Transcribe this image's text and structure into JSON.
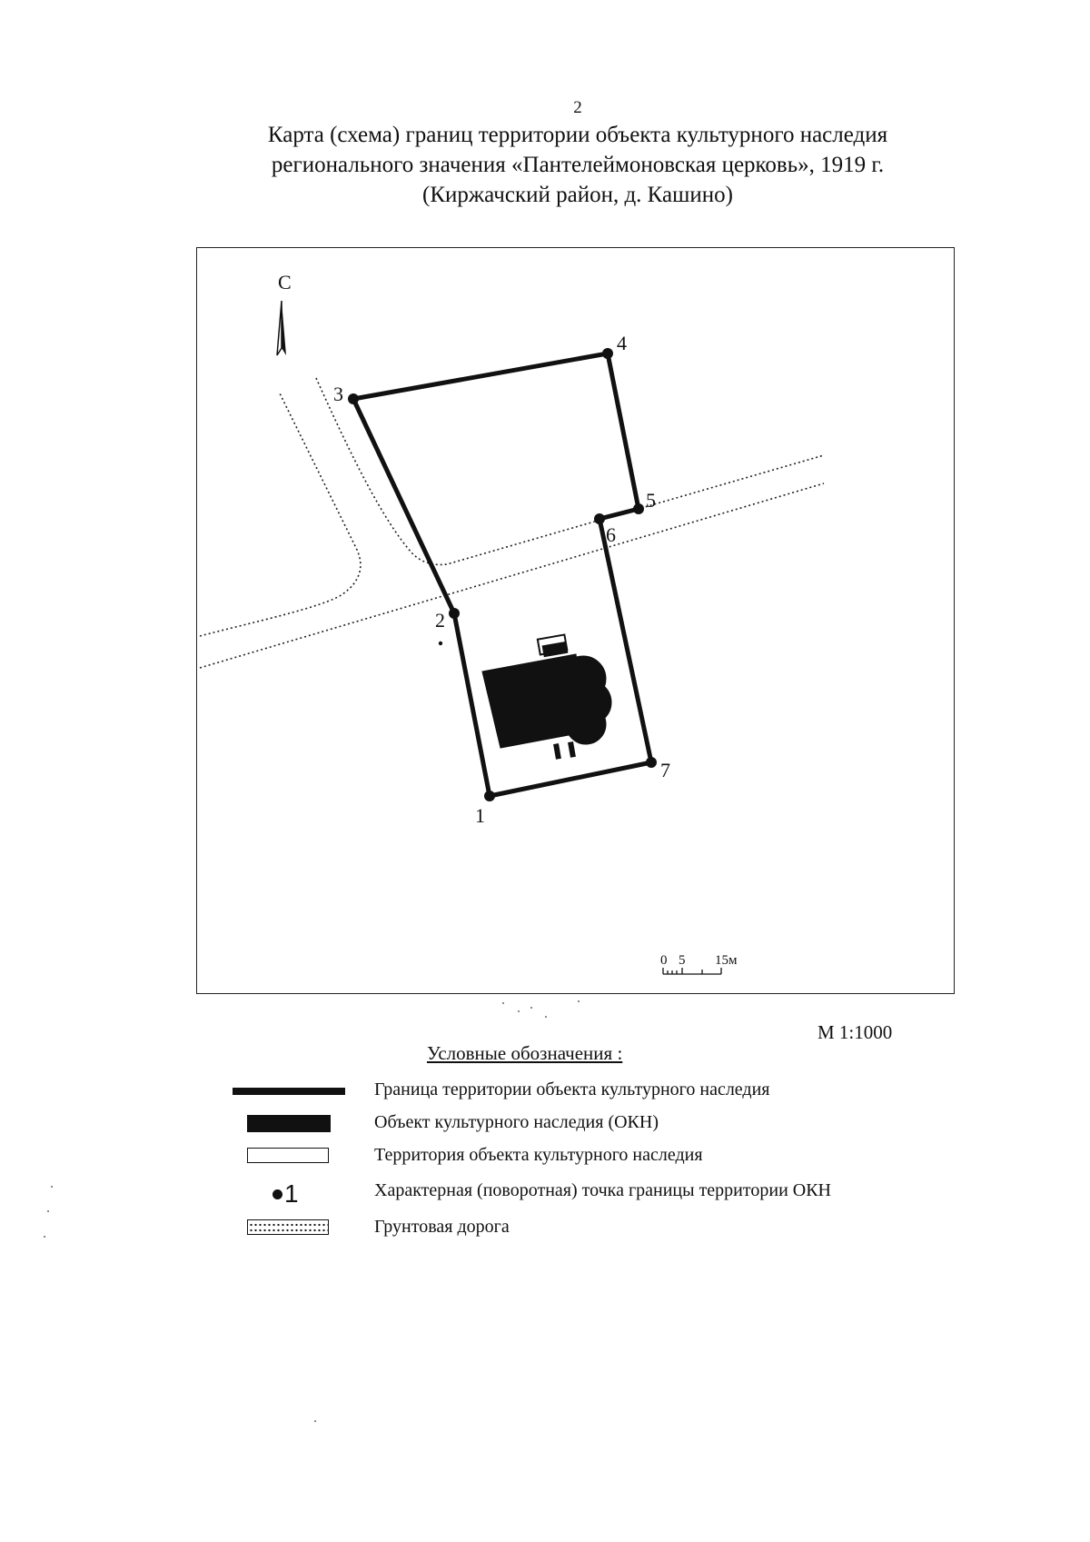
{
  "page_number": "2",
  "title_lines": [
    "Карта (схема) границ территории объекта культурного наследия",
    "регионального значения «Пантелеймоновская церковь», 1919 г.",
    "(Киржачский район, д. Кашино)"
  ],
  "map": {
    "north_label": "С",
    "boundary_points": [
      {
        "label": "1"
      },
      {
        "label": "2"
      },
      {
        "label": "3"
      },
      {
        "label": "4"
      },
      {
        "label": "5"
      },
      {
        "label": "6"
      },
      {
        "label": "7"
      }
    ],
    "scale_bar": {
      "labels": [
        "0",
        "5",
        "15м"
      ]
    }
  },
  "scale_ratio": "М 1:1000",
  "legend": {
    "title": "Условные обозначения :",
    "items": [
      {
        "symbol": "boundary-line",
        "label": "Граница территории объекта культурного наследия"
      },
      {
        "symbol": "okn-fill",
        "label": "Объект культурного наследия (ОКН)"
      },
      {
        "symbol": "territory-outline",
        "label": "Территория объекта культурного наследия"
      },
      {
        "symbol": "point",
        "symbol_text": "1",
        "label": "Характерная (поворотная) точка границы территории ОКН"
      },
      {
        "symbol": "dirt-road",
        "label": "Грунтовая дорога"
      }
    ]
  },
  "colors": {
    "ink": "#111111",
    "paper": "#ffffff"
  }
}
